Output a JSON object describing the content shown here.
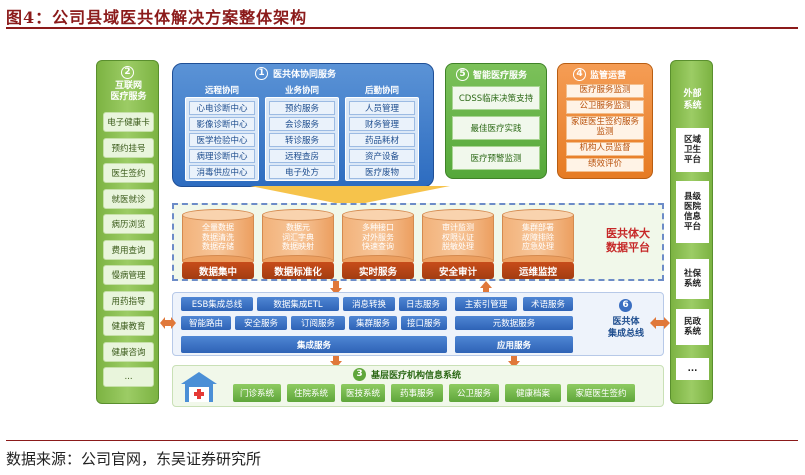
{
  "title": "图4：公司县域医共体解决方案整体架构",
  "source": "数据来源：公司官网，东吴证券研究所",
  "left_col": {
    "num": "2",
    "title": "互联网\n医疗服务",
    "items": [
      "电子健康卡",
      "预约挂号",
      "医生签约",
      "就医就诊",
      "病历浏览",
      "费用查询",
      "慢病管理",
      "用药指导",
      "健康教育",
      "健康咨询",
      "..."
    ]
  },
  "right_col": {
    "title": "外部\n系统",
    "items": [
      "区域\n卫生\n平台",
      "县级\n医院\n信息\n平台",
      "社保\n系统",
      "民政\n系统",
      "..."
    ]
  },
  "collab": {
    "num": "1",
    "title": "医共体协同服务",
    "groups": [
      {
        "header": "远程协同",
        "items": [
          "心电诊断中心",
          "影像诊断中心",
          "医学检验中心",
          "病理诊断中心",
          "消毒供应中心"
        ]
      },
      {
        "header": "业务协同",
        "items": [
          "预约服务",
          "会诊服务",
          "转诊服务",
          "远程查房",
          "电子处方"
        ]
      },
      {
        "header": "后勤协同",
        "items": [
          "人员管理",
          "财务管理",
          "药品耗材",
          "资产设备",
          "医疗废物"
        ]
      }
    ]
  },
  "smart": {
    "num": "5",
    "title": "智能医疗服务",
    "items": [
      "CDSS临床决策支持",
      "最佳医疗实践",
      "医疗预警监测"
    ]
  },
  "supervise": {
    "num": "4",
    "title": "监管运营",
    "items": [
      "医疗服务监测",
      "公卫服务监测",
      "家庭医生签约服务监测",
      "机构人员监督",
      "绩效评价"
    ]
  },
  "platform": {
    "label": "医共体大\n数据平台",
    "cylinders": [
      {
        "text": "全量数据\n数据清洗\n数据存储",
        "label": "数据集中"
      },
      {
        "text": "数据元\n词汇字典\n数据映射",
        "label": "数据标准化"
      },
      {
        "text": "多种接口\n对外服务\n快速查询",
        "label": "实时服务"
      },
      {
        "text": "审计监测\n权限认证\n脱敏处理",
        "label": "安全审计"
      },
      {
        "text": "集群部署\n故障排除\n应急处理",
        "label": "运维监控"
      }
    ]
  },
  "esb": {
    "num": "6",
    "label": "医共体\n集成总线",
    "row1_left": [
      "ESB集成总线",
      "数据集成ETL",
      "消息转换",
      "日志服务"
    ],
    "row2_left": [
      "智能路由",
      "安全服务",
      "订阅服务",
      "集群服务",
      "接口服务"
    ],
    "row1_right": [
      "主索引管理",
      "术语服务"
    ],
    "row2_right": "元数据服务",
    "bar_left": "集成服务",
    "bar_right": "应用服务"
  },
  "base": {
    "num": "3",
    "title": "基层医疗机构信息系统",
    "items": [
      "门诊系统",
      "住院系统",
      "医技系统",
      "药事服务",
      "公卫服务",
      "健康档案",
      "家庭医生签约"
    ]
  }
}
